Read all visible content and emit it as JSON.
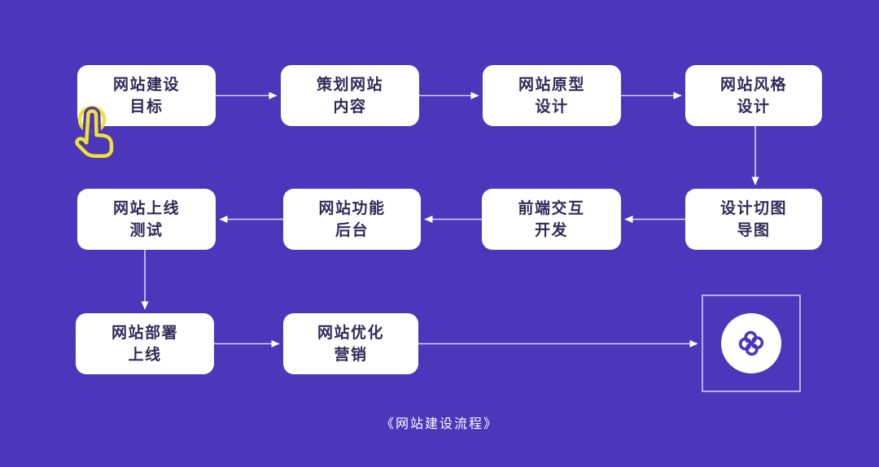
{
  "caption": "《网站建设流程》",
  "nodes": [
    {
      "id": "goal",
      "line1": "网站建设",
      "line2": "目标"
    },
    {
      "id": "plan",
      "line1": "策划网站",
      "line2": "内容"
    },
    {
      "id": "prototype",
      "line1": "网站原型",
      "line2": "设计"
    },
    {
      "id": "style",
      "line1": "网站风格",
      "line2": "设计"
    },
    {
      "id": "test",
      "line1": "网站上线",
      "line2": "测试"
    },
    {
      "id": "backend",
      "line1": "网站功能",
      "line2": "后台"
    },
    {
      "id": "frontend",
      "line1": "前端交互",
      "line2": "开发"
    },
    {
      "id": "slice",
      "line1": "设计切图",
      "line2": "导图"
    },
    {
      "id": "deploy",
      "line1": "网站部署",
      "line2": "上线"
    },
    {
      "id": "marketing",
      "line1": "网站优化",
      "line2": "营销"
    }
  ],
  "edges": [
    {
      "from": "goal",
      "to": "plan"
    },
    {
      "from": "plan",
      "to": "prototype"
    },
    {
      "from": "prototype",
      "to": "style"
    },
    {
      "from": "style",
      "to": "slice"
    },
    {
      "from": "slice",
      "to": "frontend"
    },
    {
      "from": "frontend",
      "to": "backend"
    },
    {
      "from": "backend",
      "to": "test"
    },
    {
      "from": "test",
      "to": "deploy"
    },
    {
      "from": "deploy",
      "to": "marketing"
    },
    {
      "from": "marketing",
      "to": "logo-badge"
    }
  ],
  "icons": {
    "cursor": "tap-hand-icon",
    "logo": "clover-knot-icon"
  },
  "colors": {
    "background": "#4c37bc",
    "node_bg": "#ffffff",
    "node_text": "#302b58",
    "arrow_line": "#d8d2f4",
    "arrowhead": "#ffffff",
    "frame_border": "#cdc6ee",
    "cursor_yellow": "#f0e232",
    "logo_glyph": "#4a36c2"
  }
}
